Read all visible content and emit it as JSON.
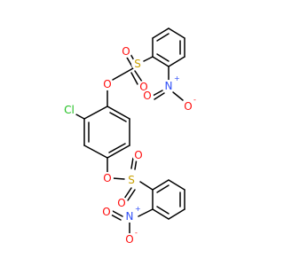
{
  "molecule": {
    "atoms": {
      "cl": "Cl",
      "o_ether_1": "O",
      "o_ether_2": "O",
      "s_1": "S",
      "s_2": "S",
      "o_s1_a": "O",
      "o_s1_b": "O",
      "o_s2_a": "O",
      "o_s2_b": "O",
      "n_1": "N",
      "n_2": "N",
      "o_n1_a": "O",
      "o_n1_b": "O",
      "o_n2_a": "O",
      "o_n2_b": "O"
    },
    "charges": {
      "n_1": "+",
      "n_2": "+",
      "o_n1_b": "-",
      "o_n2_b": "-"
    },
    "colors": {
      "carbon_bond": "#000000",
      "oxygen": "#ff0d0d",
      "nitrogen": "#3050f8",
      "sulfur": "#c8a000",
      "chlorine": "#1fbf1f"
    }
  }
}
